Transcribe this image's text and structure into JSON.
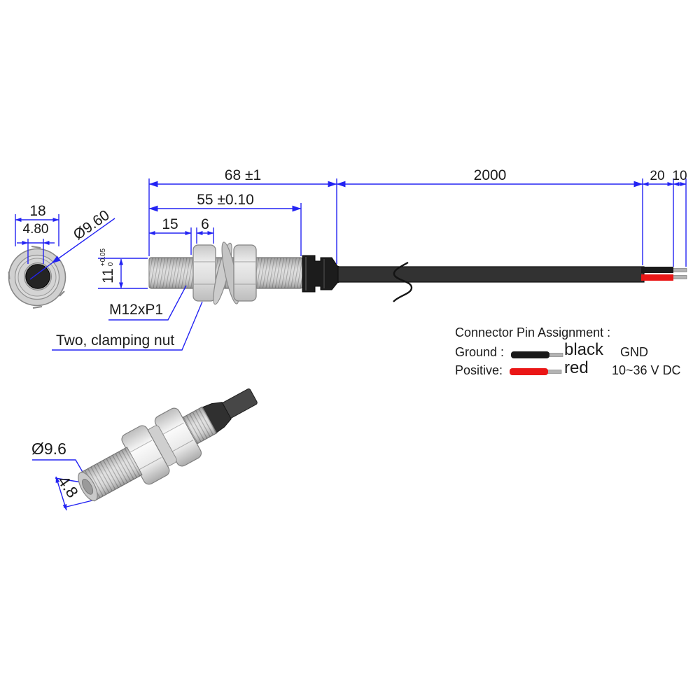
{
  "drawing": {
    "front_view": {
      "nut_width": "18",
      "core_diameter": "4.80",
      "lens_diameter": "Ø9.60"
    },
    "side_view": {
      "overall_length": "68 ±1",
      "thread_length": "55 ±0.10",
      "tip_to_nut": "15",
      "nut_thickness": "6",
      "cable_length": "2000",
      "wire_length": "20",
      "strip_length": "10",
      "body_height": "11",
      "body_height_tol_upper": "+0.05",
      "body_height_tol_lower": "0",
      "thread_spec": "M12xP1",
      "clamping_nut_note": "Two, clamping nut"
    },
    "iso_view": {
      "diameter_label": "Ø9.6",
      "core_label": "4.8"
    },
    "legend": {
      "title": "Connector Pin Assignment :",
      "rows": [
        {
          "label": "Ground :",
          "wire_color_name": "black",
          "signal": "GND"
        },
        {
          "label": "Positive:",
          "wire_color_name": "red",
          "signal": "10~36 V DC"
        }
      ]
    },
    "colors": {
      "dimension_blue": "#2323f3",
      "cable_black": "#323232",
      "wire_black": "#1a1a1a",
      "wire_red": "#ea1616",
      "wire_tip_gray": "#b3b3b3"
    }
  }
}
